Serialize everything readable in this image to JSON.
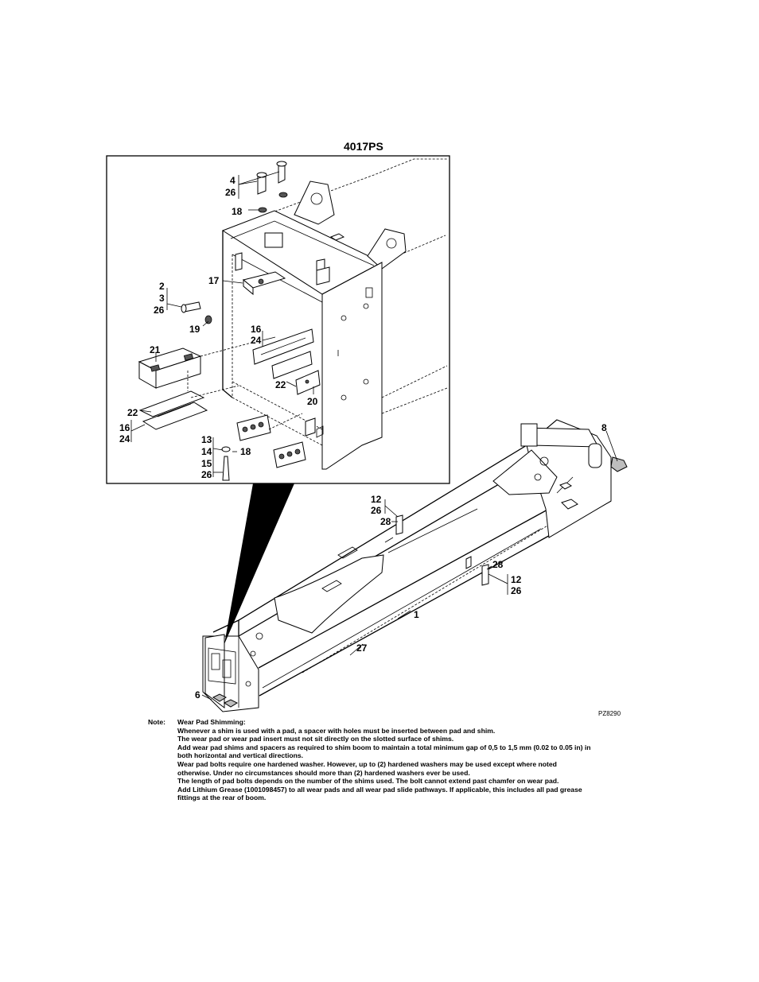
{
  "figure": {
    "model": "4017PS",
    "drawing_ref": "PZ8290"
  },
  "callouts": {
    "c4": "4",
    "c26a": "26",
    "c18a": "18",
    "c17": "17",
    "c2": "2",
    "c3": "3",
    "c26b": "26",
    "c19": "19",
    "c16a": "16",
    "c24a": "24",
    "c21": "21",
    "c22a": "22",
    "c20": "20",
    "c22b": "22",
    "c16b": "16",
    "c24b": "24",
    "c13": "13",
    "c14": "14",
    "c15": "15",
    "c26c": "26",
    "c18b": "18",
    "c8": "8",
    "c12a": "12",
    "c26d": "26",
    "c28a": "28",
    "c28b": "28",
    "c12b": "12",
    "c26e": "26",
    "c1": "1",
    "c27": "27",
    "c6": "6"
  },
  "notes": {
    "heading": "Note:",
    "title": "Wear Pad Shimming:",
    "lines": [
      "Whenever a shim is used with a pad, a spacer with holes must be inserted between pad and shim.",
      "The wear pad or wear pad insert must not sit directly on the slotted surface of shims.",
      "Add wear pad shims and spacers as required to shim boom to maintain a total minimum gap of 0,5 to 1,5 mm (0.02 to 0.05 in) in both horizontal and vertical directions.",
      "Wear pad bolts require one hardened washer. However, up to (2) hardened washers may be used except where noted otherwise. Under no circumstances should more than (2) hardened washers ever be used.",
      "The length of pad bolts depends on the number of the shims used. The bolt cannot extend past chamfer on wear pad.",
      "Add Lithium Grease (1001098457) to all wear pads and all wear pad slide pathways. If applicable, this includes all pad grease fittings at the rear of boom."
    ]
  }
}
